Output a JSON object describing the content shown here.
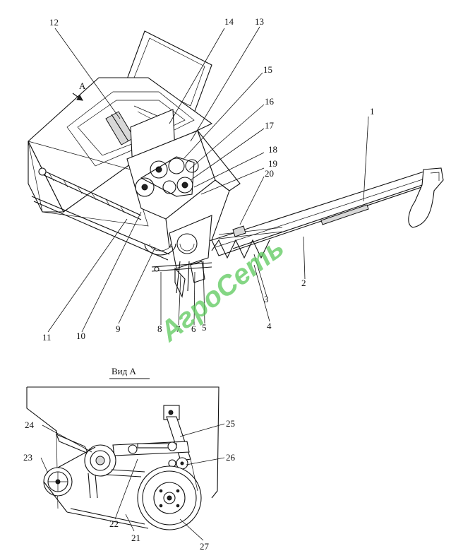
{
  "view_title": "Вид А",
  "view_marker": "А",
  "watermark": "АгроСеть",
  "callouts": [
    "1",
    "2",
    "3",
    "4",
    "5",
    "6",
    "7",
    "8",
    "9",
    "10",
    "11",
    "12",
    "13",
    "14",
    "15",
    "16",
    "17",
    "18",
    "19",
    "20",
    "21",
    "22",
    "23",
    "24",
    "25",
    "26",
    "27"
  ]
}
